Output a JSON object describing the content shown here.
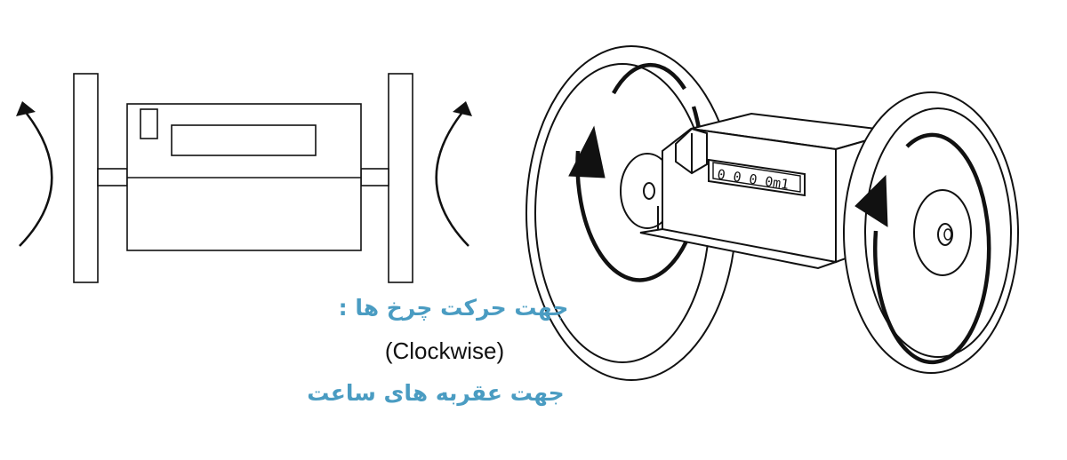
{
  "captions": {
    "wheel_direction": "جهت حرکت چرخ ها :",
    "english": "(Clockwise)",
    "clock_direction": "جهت عقربه های ساعت"
  },
  "counter": {
    "reading": "0 0 0 0m1"
  },
  "colors": {
    "caption_persian": "#4a9cc2",
    "caption_english": "#111111",
    "line": "#111111"
  }
}
